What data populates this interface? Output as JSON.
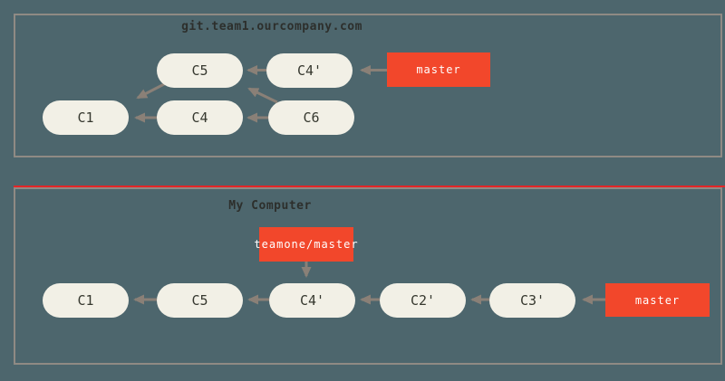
{
  "colors": {
    "background": "#4d666d",
    "panel_border": "#8f8a84",
    "arrow": "#8a8077",
    "node_fill": "#f2f0e6",
    "node_text": "#36382f",
    "branch_fill": "#f2472b",
    "branch_text": "#ffffff",
    "accent_line": "#e42527",
    "title_text": "#2d2f2c"
  },
  "server": {
    "title": "git.team1.ourcompany.com",
    "nodes": {
      "c5": "C5",
      "c4p": "C4'",
      "c1": "C1",
      "c4": "C4",
      "c6": "C6"
    },
    "branch_label": "master"
  },
  "local": {
    "title": "My Computer",
    "nodes": {
      "c1": "C1",
      "c5": "C5",
      "c4p": "C4'",
      "c2p": "C2'",
      "c3p": "C3'"
    },
    "remote_branch_label": "teamone/master",
    "branch_label": "master"
  }
}
